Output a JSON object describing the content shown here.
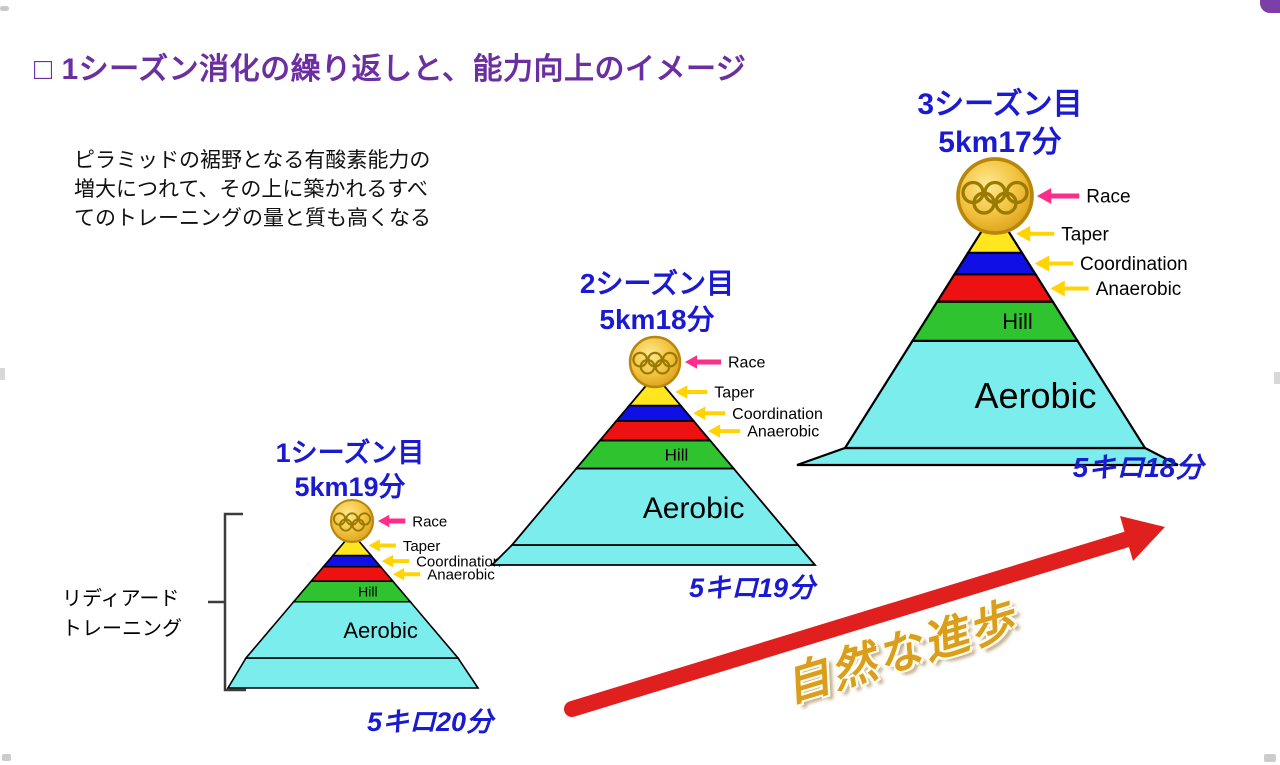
{
  "slide": {
    "title": "□ 1シーズン消化の繰り返しと、能力向上のイメージ",
    "description": [
      "ピラミッドの裾野となる有酸素能力の",
      "増大につれて、その上に築かれるすべ",
      "てのトレーニングの量と質も高くなる"
    ],
    "side_note": [
      "リディアード",
      "トレーニング"
    ],
    "progress_label": "自然な進歩"
  },
  "layer_labels": {
    "hill": "Hill",
    "aerobic": "Aerobic"
  },
  "callout_labels": [
    "Race",
    "Taper",
    "Coordination",
    "Anaerobic"
  ],
  "pyramids": [
    {
      "season": "1シーズン目",
      "time": "5km19分",
      "result": "5キロ20分"
    },
    {
      "season": "2シーズン目",
      "time": "5km18分",
      "result": "5キロ19分"
    },
    {
      "season": "3シーズン目",
      "time": "5km17分",
      "result": "5キロ18分"
    }
  ],
  "colors": {
    "taper": "#FFE61F",
    "coordination": "#1010E6",
    "anaerobic": "#EE1111",
    "hill": "#2FC42F",
    "aerobic": "#7CEDED",
    "race_arrow": "#FF2D8A",
    "callout_arrow": "#FFD400",
    "medal_gold": "#F2C23E",
    "medal_ring": "#9A7B00",
    "season_text": "#1A1AD0",
    "title_text": "#6B2FA2",
    "big_arrow": "#E01F1F",
    "gold_text": "#DB9E1C"
  }
}
